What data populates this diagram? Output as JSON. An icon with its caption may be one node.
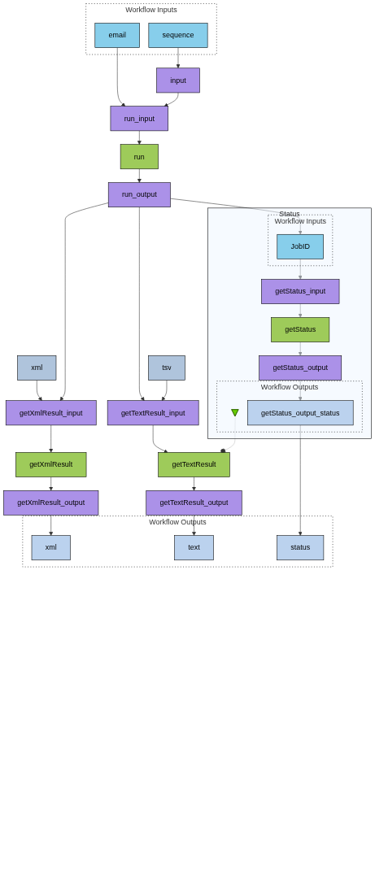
{
  "diagram": {
    "nodes": [
      {
        "text": [
          "Workflow Inputs"
        ]
      },
      {
        "text": [
          "sequence"
        ],
        "in": 0
      },
      {
        "text": [
          "email"
        ],
        "in": 0
      },
      {
        "text": [
          "input"
        ]
      },
      {
        "text": [
          "run_input"
        ]
      },
      {
        "text": [
          "run"
        ]
      },
      {
        "text": [
          "run_output"
        ]
      },
      {
        "text": [
          "xml"
        ]
      },
      {
        "text": [
          "getXmlResult_input"
        ]
      },
      {
        "text": [
          "getXmlResult"
        ]
      },
      {
        "text": [
          "getXmlResult_output"
        ]
      },
      {
        "text": [
          "Status"
        ]
      },
      {
        "text": [
          "Workflow Inputs"
        ],
        "in": 11
      },
      {
        "text": [
          "JobID"
        ],
        "in": 12
      },
      {
        "text": [
          "getStatus_input"
        ],
        "in": 11
      },
      {
        "text": [
          "getStatus"
        ],
        "in": 11
      },
      {
        "text": [
          "getStatus_output"
        ],
        "in": 11
      },
      {
        "text": [
          "Workflow Outputs"
        ],
        "in": 11
      },
      {
        "text": [],
        "shape": "triangle",
        "in": 17
      },
      {
        "text": [
          "getStatus_output_status"
        ],
        "in": 17
      },
      {
        "text": [
          "tsv"
        ]
      },
      {
        "text": [
          "getTextResult_input"
        ]
      },
      {
        "text": [
          "getTextResult"
        ]
      },
      {
        "text": [
          "getTextResult_output"
        ]
      },
      {
        "text": [
          "Workflow Outputs"
        ]
      },
      {
        "text": [
          "xml"
        ],
        "in": 24
      },
      {
        "text": [
          "text"
        ],
        "in": 24
      },
      {
        "text": [
          "status"
        ],
        "in": 24
      }
    ],
    "edges": [
      {
        "from": 1,
        "to": 3,
        "arrow": "to"
      },
      {
        "from": 2,
        "to": 4,
        "arrow": "to"
      },
      {
        "from": 3,
        "to": 4,
        "arrow": "to"
      },
      {
        "from": 4,
        "to": 5,
        "arrow": "to"
      },
      {
        "from": 5,
        "to": 6,
        "arrow": "to"
      },
      {
        "from": 7,
        "to": 8,
        "arrow": "to"
      },
      {
        "from": 6,
        "to": 8,
        "arrow": "to"
      },
      {
        "from": 6,
        "to": 13,
        "arrow": "to"
      },
      {
        "from": 6,
        "to": 21,
        "arrow": "to"
      },
      {
        "from": 8,
        "to": 9,
        "arrow": "to"
      },
      {
        "from": 9,
        "to": 10,
        "arrow": "to"
      },
      {
        "from": 10,
        "to": 25,
        "arrow": "to"
      },
      {
        "from": 13,
        "to": 14,
        "arrow": "to"
      },
      {
        "from": 14,
        "to": 15,
        "arrow": "to"
      },
      {
        "from": 15,
        "to": 16,
        "arrow": "to"
      },
      {
        "from": 16,
        "to": 19,
        "arrow": "to"
      },
      {
        "from": 20,
        "to": 21,
        "arrow": "to"
      },
      {
        "from": 21,
        "to": 22,
        "arrow": "to"
      },
      {
        "from": 18,
        "to": 22,
        "arrow": "other",
        "color": "#c0c0c0"
      },
      {
        "from": 22,
        "to": 23,
        "arrow": "to"
      },
      {
        "from": 23,
        "to": 26,
        "arrow": "to"
      },
      {
        "from": 19,
        "to": 27,
        "arrow": "to"
      }
    ]
  }
}
